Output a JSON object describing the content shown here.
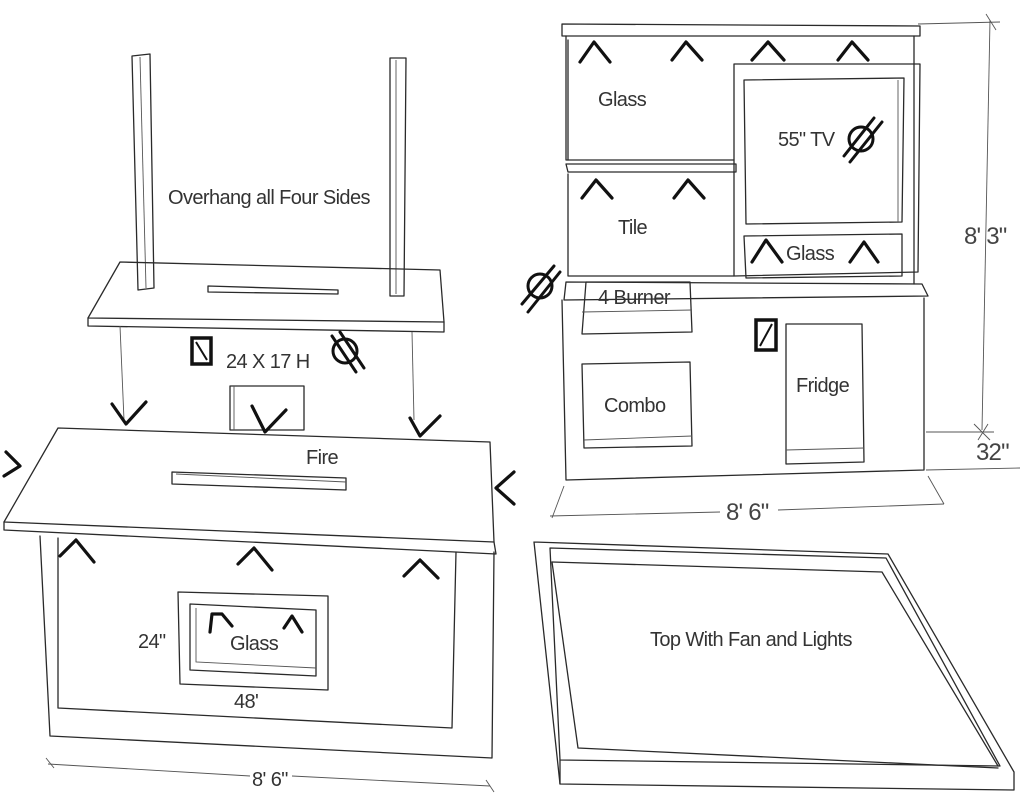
{
  "stroke_color": "#2a2a2a",
  "mark_color": "#111111",
  "icons": {
    "light": "caret-light-icon",
    "outlet": "outlet-symbol-icon",
    "switch": "switch-box-icon"
  },
  "island": {
    "overhang_label": "Overhang all Four Sides",
    "opening_label": "24 X 17 H",
    "fire_label": "Fire",
    "glass_label": "Glass",
    "height_dim": "24\"",
    "width_dim": "48'",
    "overall_width": "8' 6\""
  },
  "back_wall": {
    "upper_glass_label": "Glass",
    "tv_label": "55\" TV",
    "tile_label": "Tile",
    "lower_glass_label": "Glass",
    "burner_label": "4 Burner",
    "combo_label": "Combo",
    "fridge_label": "Fridge",
    "height_dim": "8' 3\"",
    "counter_height_dim": "32\"",
    "width_dim": "8' 6\""
  },
  "canopy": {
    "label": "Top With Fan and Lights"
  }
}
